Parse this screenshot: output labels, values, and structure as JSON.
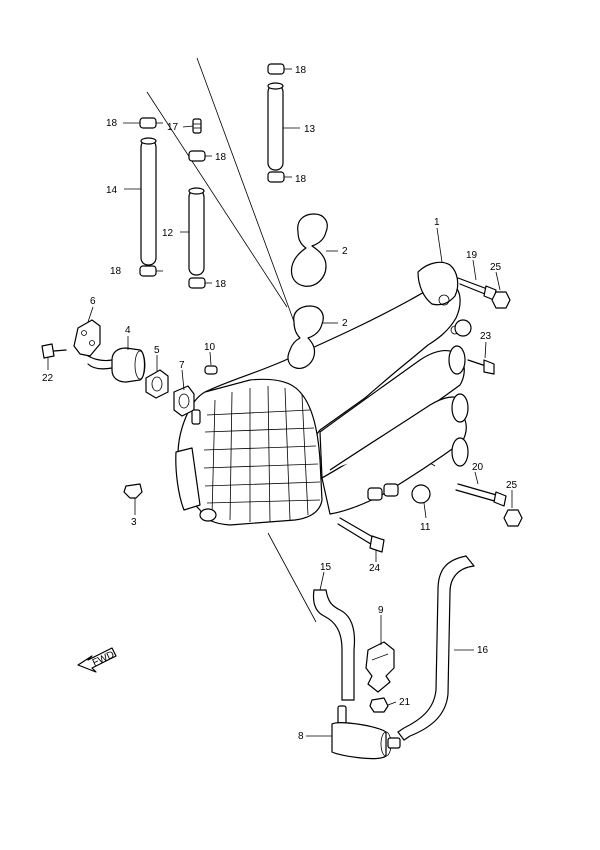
{
  "callouts": [
    {
      "id": "c1",
      "text": "1"
    },
    {
      "id": "c2a",
      "text": "2"
    },
    {
      "id": "c2b",
      "text": "2"
    },
    {
      "id": "c3",
      "text": "3"
    },
    {
      "id": "c4",
      "text": "4"
    },
    {
      "id": "c5",
      "text": "5"
    },
    {
      "id": "c6",
      "text": "6"
    },
    {
      "id": "c7",
      "text": "7"
    },
    {
      "id": "c8",
      "text": "8"
    },
    {
      "id": "c9",
      "text": "9"
    },
    {
      "id": "c10",
      "text": "10"
    },
    {
      "id": "c11",
      "text": "11"
    },
    {
      "id": "c12",
      "text": "12"
    },
    {
      "id": "c13",
      "text": "13"
    },
    {
      "id": "c14",
      "text": "14"
    },
    {
      "id": "c15",
      "text": "15"
    },
    {
      "id": "c16",
      "text": "16"
    },
    {
      "id": "c17",
      "text": "17"
    },
    {
      "id": "c18a",
      "text": "18"
    },
    {
      "id": "c18b",
      "text": "18"
    },
    {
      "id": "c18c",
      "text": "18"
    },
    {
      "id": "c18d",
      "text": "18"
    },
    {
      "id": "c18e",
      "text": "18"
    },
    {
      "id": "c18f",
      "text": "18"
    },
    {
      "id": "c19",
      "text": "19"
    },
    {
      "id": "c20",
      "text": "20"
    },
    {
      "id": "c21",
      "text": "21"
    },
    {
      "id": "c22",
      "text": "22"
    },
    {
      "id": "c23",
      "text": "23"
    },
    {
      "id": "c24",
      "text": "24"
    },
    {
      "id": "c25a",
      "text": "25"
    },
    {
      "id": "c25b",
      "text": "25"
    }
  ],
  "fwd_label": "FWD"
}
